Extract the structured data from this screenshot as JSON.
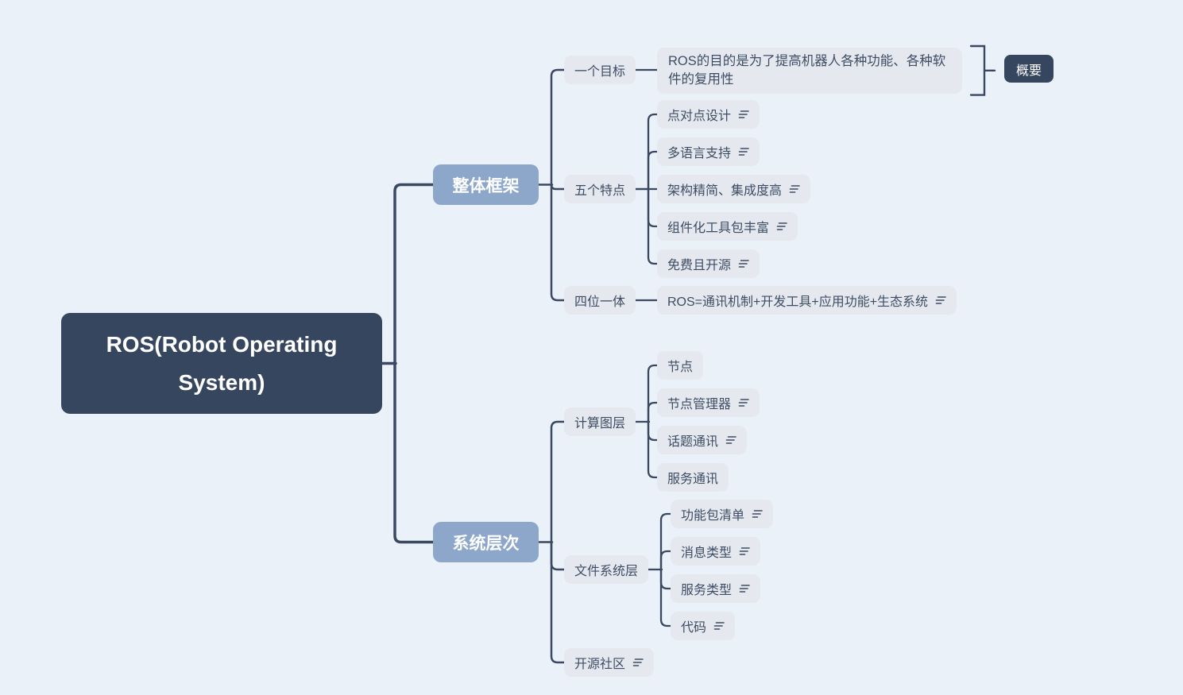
{
  "colors": {
    "background": "#eaf1f8",
    "root_bg": "#36465e",
    "branch_bg": "#8da7cb",
    "topic_bg": "#e5e9ef",
    "text_dark": "#3e4d63",
    "text_light": "#ffffff",
    "line": "#3a4961",
    "badge_bg": "#36465e"
  },
  "root": {
    "label": "ROS(Robot Operating System)"
  },
  "branches": [
    {
      "label": "整体框架",
      "children": [
        {
          "label": "一个目标",
          "children": [
            {
              "label": "ROS的目的是为了提高机器人各种功能、各种软件的复用性",
              "summary": {
                "label": "概要"
              }
            }
          ]
        },
        {
          "label": "五个特点",
          "children": [
            {
              "label": "点对点设计",
              "notes": true
            },
            {
              "label": "多语言支持",
              "notes": true
            },
            {
              "label": "架构精简、集成度高",
              "notes": true
            },
            {
              "label": "组件化工具包丰富",
              "notes": true
            },
            {
              "label": "免费且开源",
              "notes": true
            }
          ]
        },
        {
          "label": "四位一体",
          "children": [
            {
              "label": "ROS=通讯机制+开发工具+应用功能+生态系统",
              "notes": true
            }
          ]
        }
      ]
    },
    {
      "label": "系统层次",
      "children": [
        {
          "label": "计算图层",
          "children": [
            {
              "label": "节点"
            },
            {
              "label": "节点管理器",
              "notes": true
            },
            {
              "label": "话题通讯",
              "notes": true
            },
            {
              "label": "服务通讯"
            }
          ]
        },
        {
          "label": "文件系统层",
          "children": [
            {
              "label": "功能包清单",
              "notes": true
            },
            {
              "label": "消息类型",
              "notes": true
            },
            {
              "label": "服务类型",
              "notes": true
            },
            {
              "label": "代码",
              "notes": true
            }
          ]
        },
        {
          "label": "开源社区",
          "notes": true
        }
      ]
    }
  ]
}
